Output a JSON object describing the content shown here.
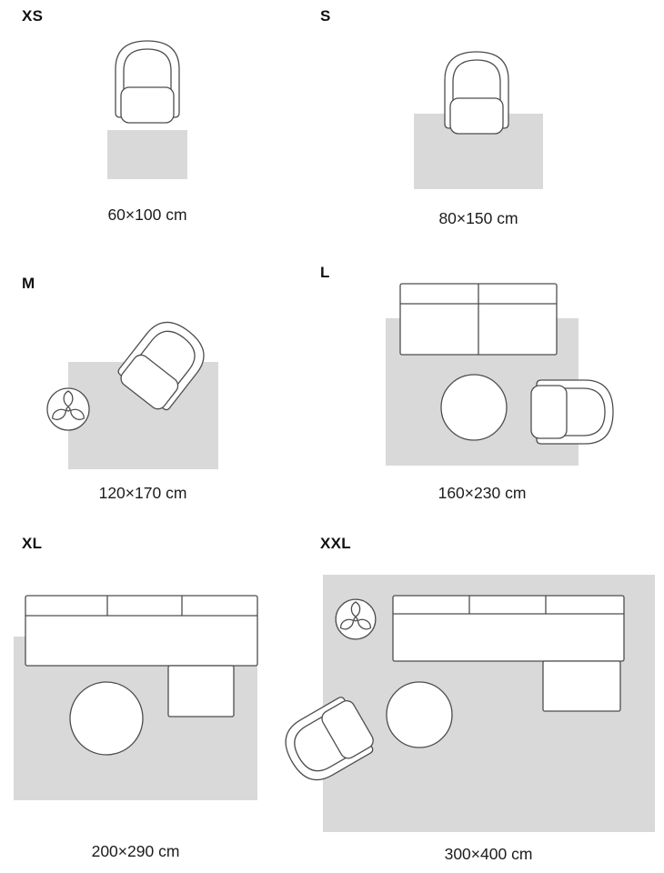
{
  "colors": {
    "background": "#ffffff",
    "rug": "#d9d9d9",
    "furniture_fill": "#ffffff",
    "outline": "#4d4d4d",
    "label_text": "#111111",
    "caption_text": "#1c1c1c"
  },
  "sizes": [
    {
      "id": "xs",
      "label": "XS",
      "dimensions": "60×100 cm",
      "furniture": [
        "armchair-icon"
      ]
    },
    {
      "id": "s",
      "label": "S",
      "dimensions": "80×150 cm",
      "furniture": [
        "armchair-icon"
      ]
    },
    {
      "id": "m",
      "label": "M",
      "dimensions": "120×170 cm",
      "furniture": [
        "armchair-icon",
        "plant-icon"
      ]
    },
    {
      "id": "l",
      "label": "L",
      "dimensions": "160×230 cm",
      "furniture": [
        "sofa-icon",
        "coffee-table-icon",
        "armchair-icon"
      ]
    },
    {
      "id": "xl",
      "label": "XL",
      "dimensions": "200×290 cm",
      "furniture": [
        "sectional-sofa-icon",
        "coffee-table-icon"
      ]
    },
    {
      "id": "xxl",
      "label": "XXL",
      "dimensions": "300×400 cm",
      "furniture": [
        "plant-icon",
        "sectional-sofa-icon",
        "coffee-table-icon",
        "armchair-icon"
      ]
    }
  ]
}
